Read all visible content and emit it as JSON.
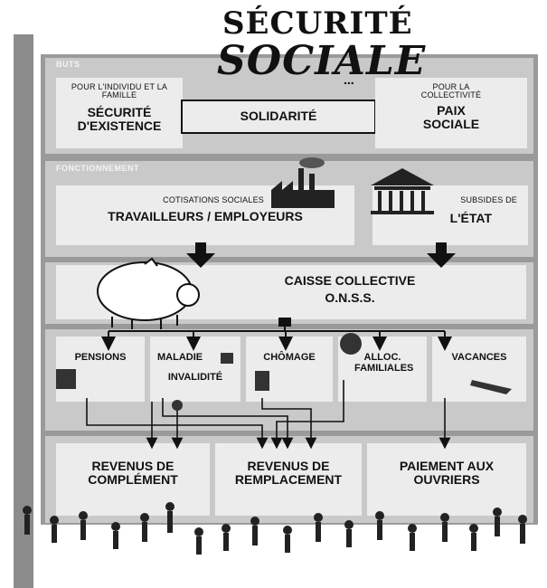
{
  "title": {
    "line1": "SÉCURITÉ",
    "line2": "SOCIALE",
    "suffix": "..."
  },
  "sections": {
    "but": "BUTS",
    "fonctionnement": "FONCTIONNEMENT"
  },
  "goals": {
    "left": {
      "small": "POUR L'INDIVIDU ET LA FAMILLE",
      "big": "SÉCURITÉ D'EXISTENCE"
    },
    "center": "SOLIDARITÉ",
    "right": {
      "small": "POUR LA COLLECTIVITÉ",
      "big": "PAIX SOCIALE"
    }
  },
  "funding": {
    "left": {
      "small": "COTISATIONS SOCIALES",
      "big": "TRAVAILLEURS / EMPLOYEURS"
    },
    "right": {
      "small": "SUBSIDES DE",
      "big": "L'ÉTAT"
    }
  },
  "caisse": {
    "line1": "CAISSE COLLECTIVE",
    "line2": "O.N.S.S."
  },
  "branches": [
    "PENSIONS",
    "MALADIE",
    "INVALIDITÉ",
    "CHÔMAGE",
    "ALLOC. FAMILIALES",
    "VACANCES"
  ],
  "outputs": [
    {
      "label": "REVENUS DE COMPLÉMENT"
    },
    {
      "label": "REVENUS DE REMPLACEMENT"
    },
    {
      "label": "PAIEMENT AUX OUVRIERS"
    }
  ],
  "colors": {
    "frame": "#9a9a9a",
    "band": "#c9c9c9",
    "box": "#ececec",
    "ink": "#111111"
  }
}
